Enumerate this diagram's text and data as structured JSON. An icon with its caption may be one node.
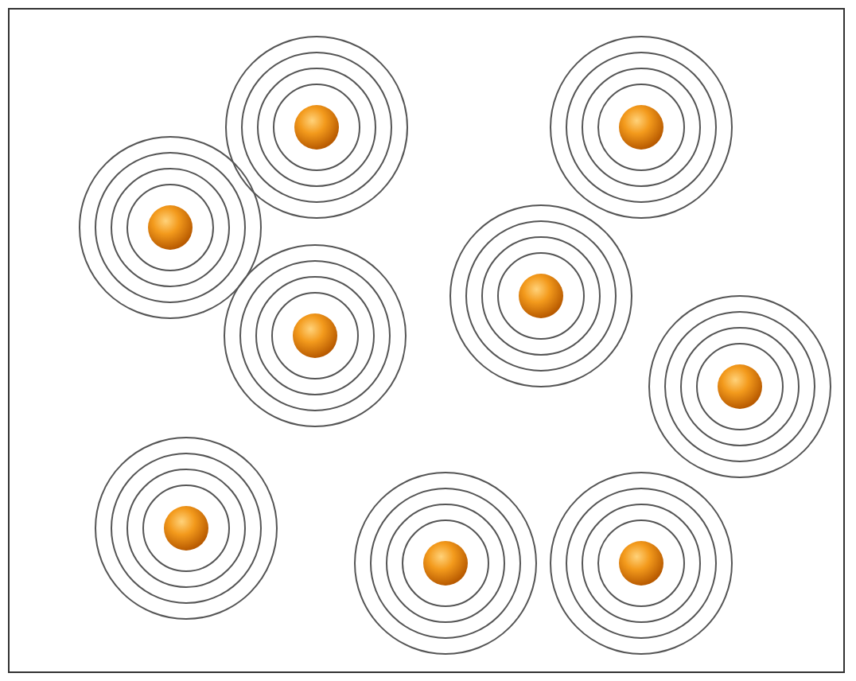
{
  "diagram": {
    "nodes": [
      {
        "text": [],
        "shape": "circle"
      },
      {
        "text": [],
        "shape": "circle"
      },
      {
        "text": [],
        "shape": "circle"
      },
      {
        "text": [],
        "shape": "circle"
      },
      {
        "text": [],
        "shape": "circle"
      },
      {
        "text": [],
        "shape": "circle"
      },
      {
        "text": [],
        "shape": "circle"
      },
      {
        "text": [],
        "shape": "circle"
      },
      {
        "text": [],
        "shape": "circle"
      }
    ]
  }
}
